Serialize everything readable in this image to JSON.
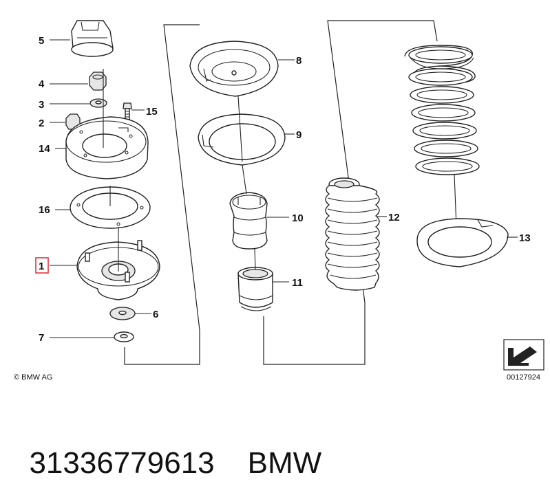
{
  "diagram": {
    "copyright": "© BMW AG",
    "figure_number": "00127924",
    "callouts": {
      "c1": "1",
      "c2": "2",
      "c3": "3",
      "c4": "4",
      "c5": "5",
      "c6": "6",
      "c7": "7",
      "c8": "8",
      "c9": "9",
      "c10": "10",
      "c11": "11",
      "c12": "12",
      "c13": "13",
      "c14": "14",
      "c15": "15",
      "c16": "16"
    },
    "highlighted_callout": "1",
    "highlight_color": "#e0363c"
  },
  "caption": {
    "part_number": "31336779613",
    "brand": "BMW"
  }
}
